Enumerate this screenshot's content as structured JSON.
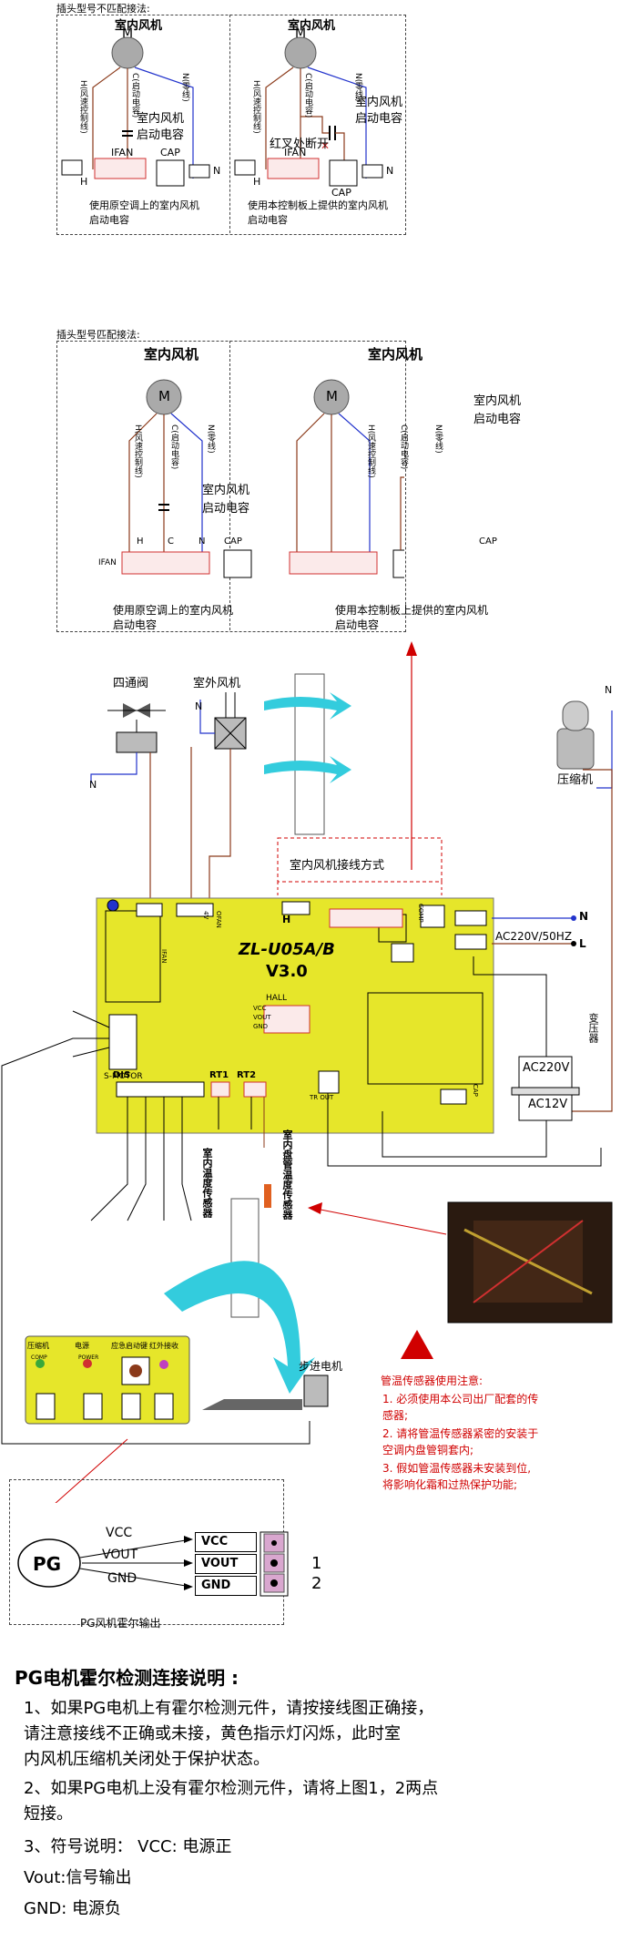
{
  "top_panels": {
    "mismatch_title": "插头型号不匹配接法:",
    "match_title": "插头型号匹配接法:",
    "fan_label": "室内风机",
    "fan_symbol": "M",
    "wire_h": "H(风速控制线)",
    "wire_c": "C(启动电容)",
    "wire_n": "N(零线)",
    "cap_label_1": "室内风机",
    "cap_label_2": "启动电容",
    "ifan": "IFAN",
    "cap": "CAP",
    "h": "H",
    "n": "N",
    "c": "C",
    "cut_label": "红叉处断开",
    "caption_original_1": "使用原空调上的室内风机",
    "caption_original_2": "启动电容",
    "caption_board_1": "使用本控制板上提供的室内风机",
    "caption_board_2": "启动电容"
  },
  "board_area": {
    "four_way_valve": "四通阀",
    "outdoor_fan": "室外风机",
    "compressor": "压缩机",
    "n": "N",
    "l": "L",
    "wiring_method": "室内风机接线方式",
    "model": "ZL-U05A/B",
    "version": "V3.0",
    "ac_input": "AC220V/50HZ",
    "transformer": "变压器",
    "ac220": "AC220V",
    "ac12": "AC12V",
    "hall": "HALL",
    "hall_pins": [
      "VCC",
      "VOUT",
      "GND"
    ],
    "s_motor": "S-MOTOR",
    "dis": "DIS",
    "rt1": "RT1",
    "rt2": "RT2",
    "tr_out": "TR OUT",
    "h": "H",
    "indoor_temp_sensor": "室内温度传感器",
    "coil_temp_sensor": "室内盘管温度传感器",
    "stepper_motor": "步进电机",
    "display_labels": [
      "压缩机",
      "电源",
      "应急启动键",
      "红外接收"
    ],
    "display_small": [
      "COMP",
      "POWER"
    ],
    "pins_ifan": "IFAN",
    "pins_ofan": "OFAN",
    "pins_4v": "4V",
    "pins_comp": "COMP",
    "pins_cap": "CAP"
  },
  "warning": {
    "title": "管温传感器使用注意:",
    "items": [
      "1. 必须使用本公司出厂配套的传",
      "    感器;",
      "2. 请将管温传感器紧密的安装于",
      "    空调内盘管铜套内;",
      "3. 假如管温传感器未安装到位,",
      "    将影响化霜和过热保护功能;"
    ]
  },
  "pg_section": {
    "pg": "PG",
    "rows": [
      "VCC",
      "VOUT",
      "GND"
    ],
    "num1": "1",
    "num2": "2",
    "caption": "PG风机霍尔输出"
  },
  "instructions": {
    "title": "PG电机霍尔检测连接说明 :",
    "lines": [
      "1、如果PG电机上有霍尔检测元件，请按接线图正确接，",
      "    请注意接线不正确或未接，黄色指示灯闪烁，此时室",
      "    内风机压缩机关闭处于保护状态。",
      "2、如果PG电机上没有霍尔检测元件，请将上图1，2两点",
      "    短接。",
      "3、符号说明：  VCC: 电源正",
      "                    Vout:信号输出",
      "                    GND: 电源负"
    ]
  },
  "colors": {
    "board": "#e6e62a",
    "wire_blue": "#2233cc",
    "wire_brown": "#8b3a1a",
    "pin_red": "#d03030",
    "accent_cyan": "#33ccdd",
    "warning_red": "#d00000"
  }
}
